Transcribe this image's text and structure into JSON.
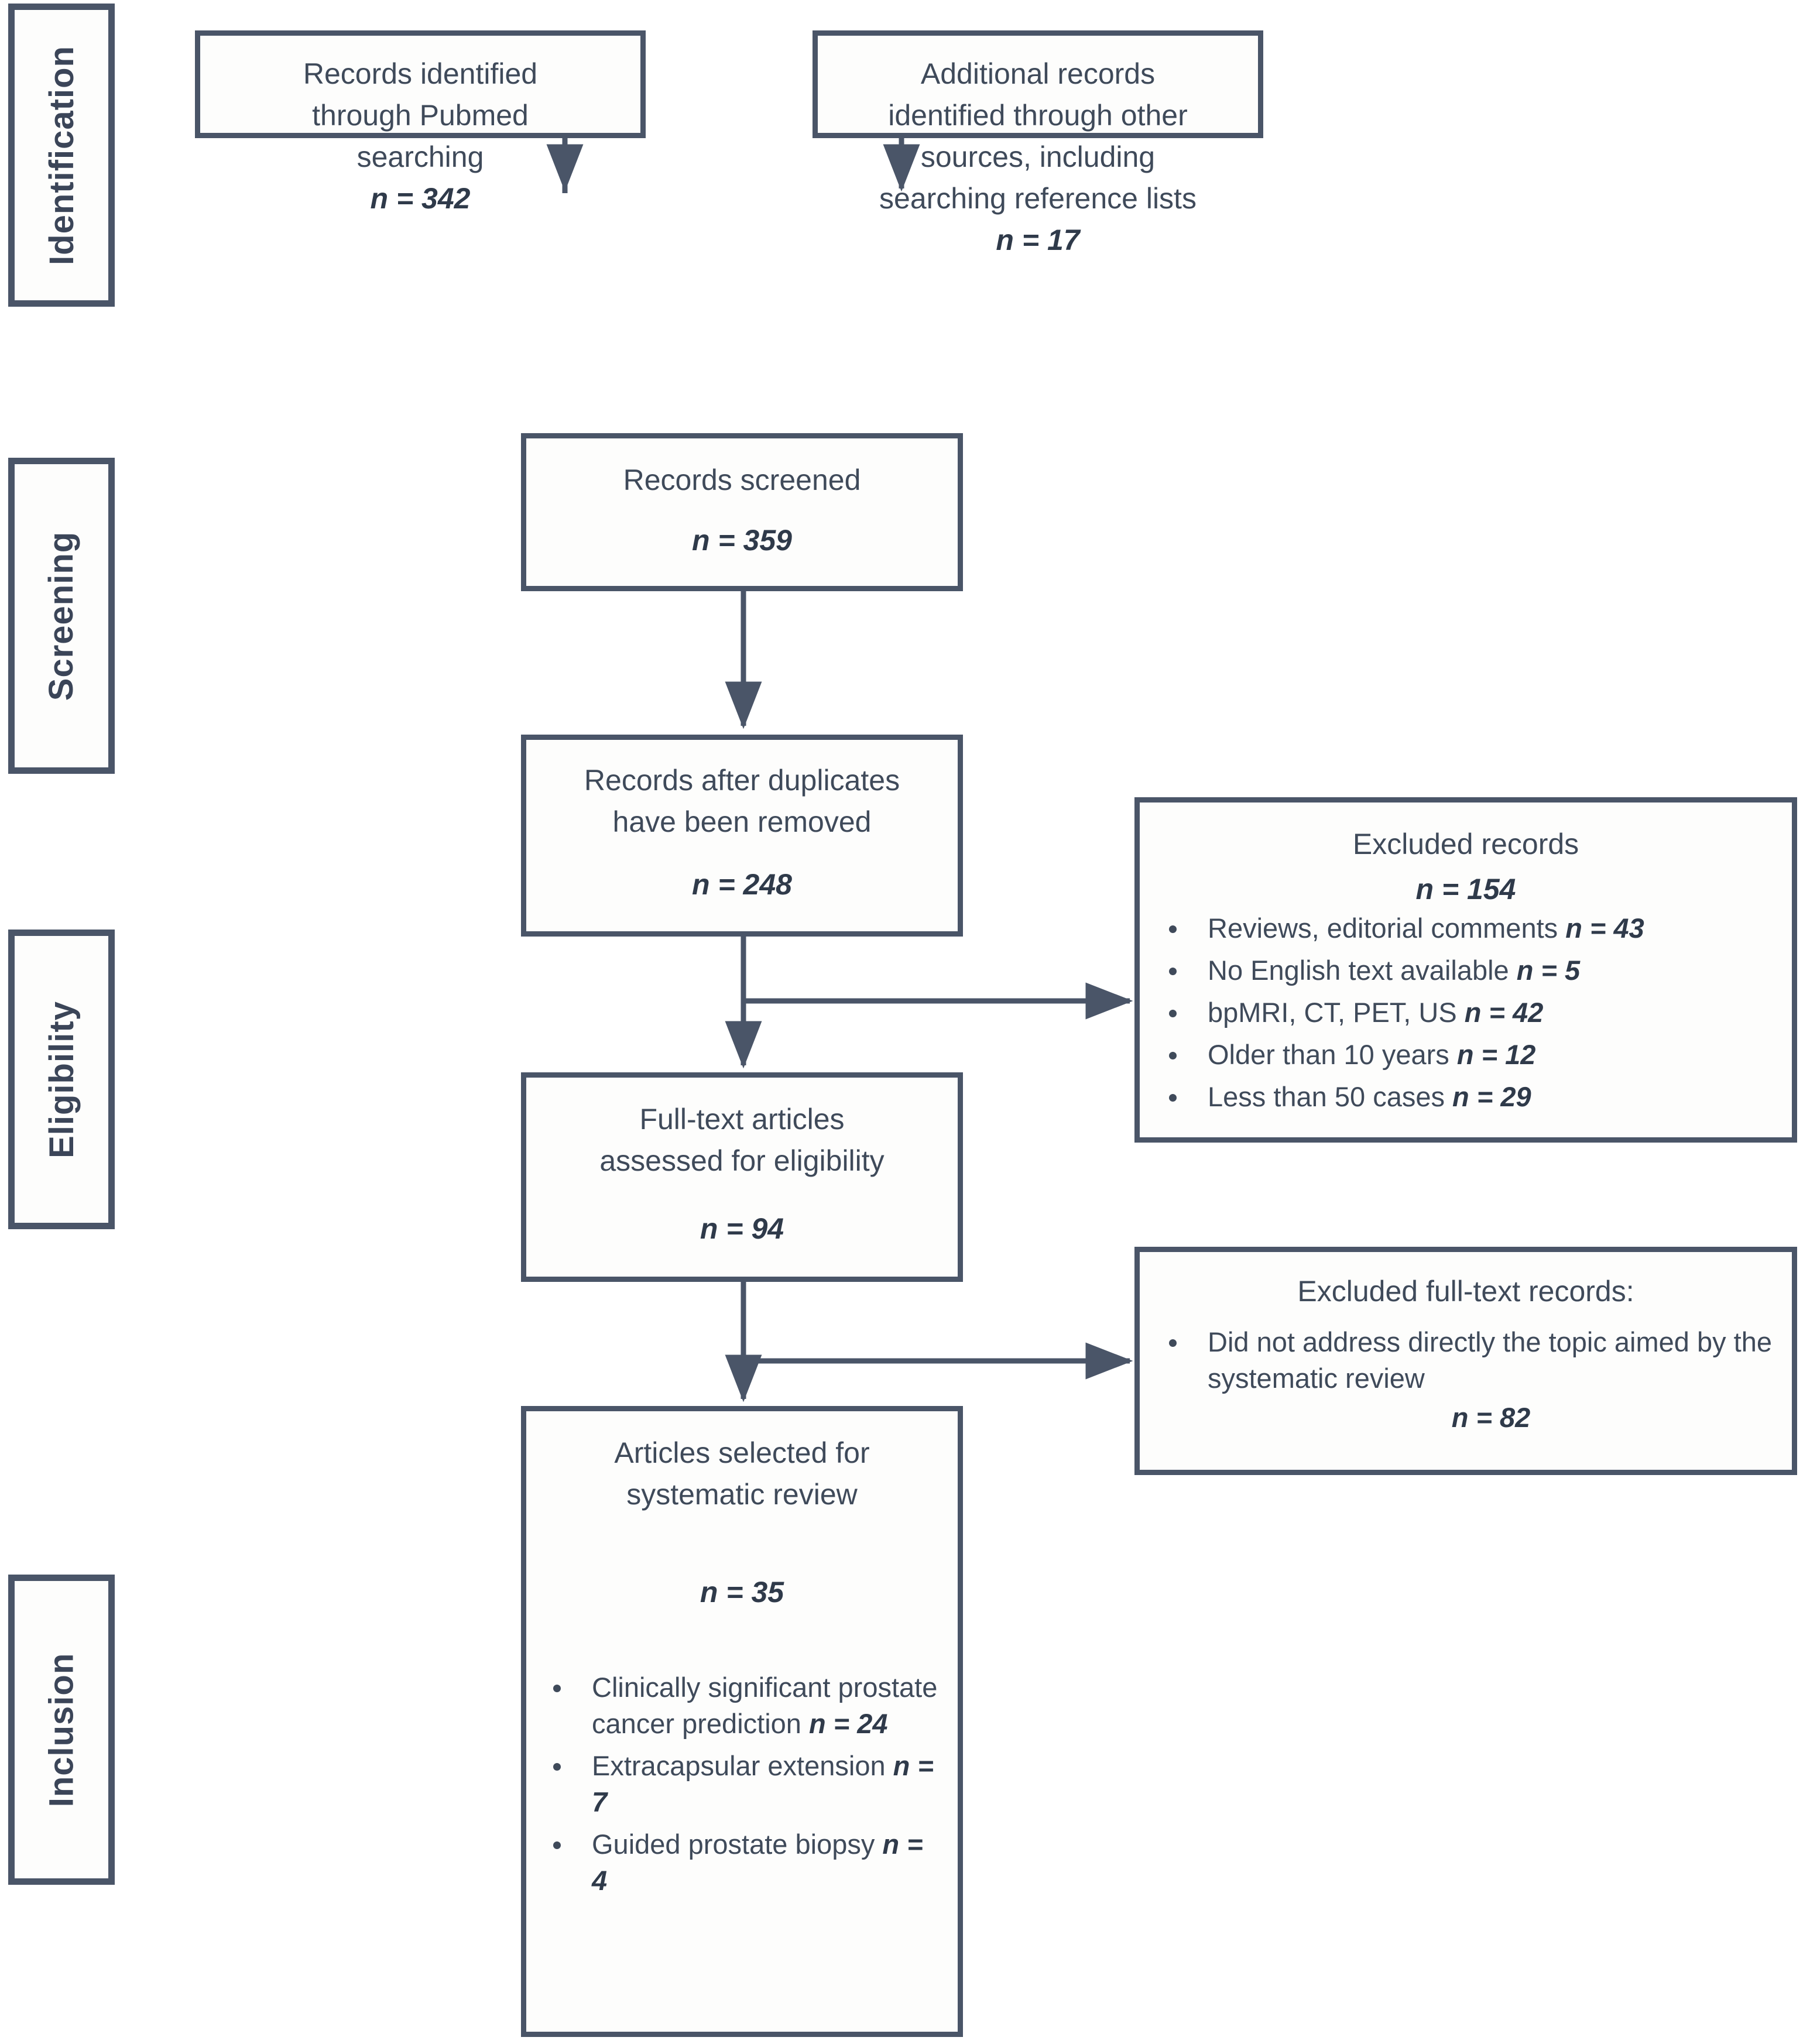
{
  "diagram": {
    "title": "PRISMA study selection flow diagram",
    "accent_color": "#4a5568",
    "text_color": "#3f4a5a",
    "background": "#ffffff"
  },
  "stages": [
    {
      "id": "identification",
      "label": "Identification"
    },
    {
      "id": "screening",
      "label": "Screening"
    },
    {
      "id": "eligibility",
      "label": "Eligibility"
    },
    {
      "id": "inclusion",
      "label": "Inclusion"
    }
  ],
  "boxes": {
    "pubmed": {
      "title": "Records identified\nthrough Pubmed\nsearching",
      "n": "n = 342"
    },
    "other_sources": {
      "title": "Additional records\nidentified through other\nsources, including\nsearching reference lists",
      "n": "n = 17"
    },
    "screened": {
      "title": "Records screened",
      "n": "n = 359"
    },
    "after_duplicates": {
      "title": "Records after duplicates\nhave been removed",
      "n": "n = 248"
    },
    "excluded_records": {
      "title": "Excluded records",
      "n": "n = 154",
      "bullets": [
        {
          "text": "Reviews, editorial comments ",
          "n": "n = 43"
        },
        {
          "text": "No English text available ",
          "n": "n = 5"
        },
        {
          "text": "bpMRI,  CT, PET, US ",
          "n": "n = 42"
        },
        {
          "text": "Older than 10 years ",
          "n": "n = 12"
        },
        {
          "text": "Less than 50 cases ",
          "n": "n = 29"
        }
      ]
    },
    "fulltext": {
      "title": "Full-text articles\nassessed for eligibility",
      "n": "n = 94"
    },
    "excluded_fulltext": {
      "title": "Excluded full-text records:",
      "bullets": [
        {
          "text": "Did not address directly the topic aimed by the systematic review",
          "n": "n = 82"
        }
      ]
    },
    "selected": {
      "title": "Articles selected for\nsystematic review",
      "n": "n = 35",
      "bullets": [
        {
          "text": "Clinically significant prostate cancer prediction ",
          "n": "n = 24"
        },
        {
          "text": "Extracapsular extension ",
          "n": "n = 7"
        },
        {
          "text": "Guided prostate biopsy ",
          "n": "n = 4"
        }
      ]
    }
  },
  "connectors": [
    {
      "id": "pubmed-to-screened",
      "from": "pubmed",
      "to": "screened",
      "kind": "elbow-down-arrow"
    },
    {
      "id": "other-to-screened",
      "from": "other_sources",
      "to": "screened",
      "kind": "elbow-down-arrow"
    },
    {
      "id": "screened-to-duplicates",
      "from": "screened",
      "to": "after_duplicates",
      "kind": "down-arrow"
    },
    {
      "id": "duplicates-to-fulltext",
      "from": "after_duplicates",
      "to": "fulltext",
      "kind": "down-arrow"
    },
    {
      "id": "duplicates-to-excluded",
      "from": "after_duplicates",
      "to": "excluded_records",
      "kind": "right-arrow"
    },
    {
      "id": "fulltext-to-selected",
      "from": "fulltext",
      "to": "selected",
      "kind": "down-arrow"
    },
    {
      "id": "fulltext-to-excluded-fulltext",
      "from": "fulltext",
      "to": "excluded_fulltext",
      "kind": "right-arrow"
    }
  ]
}
